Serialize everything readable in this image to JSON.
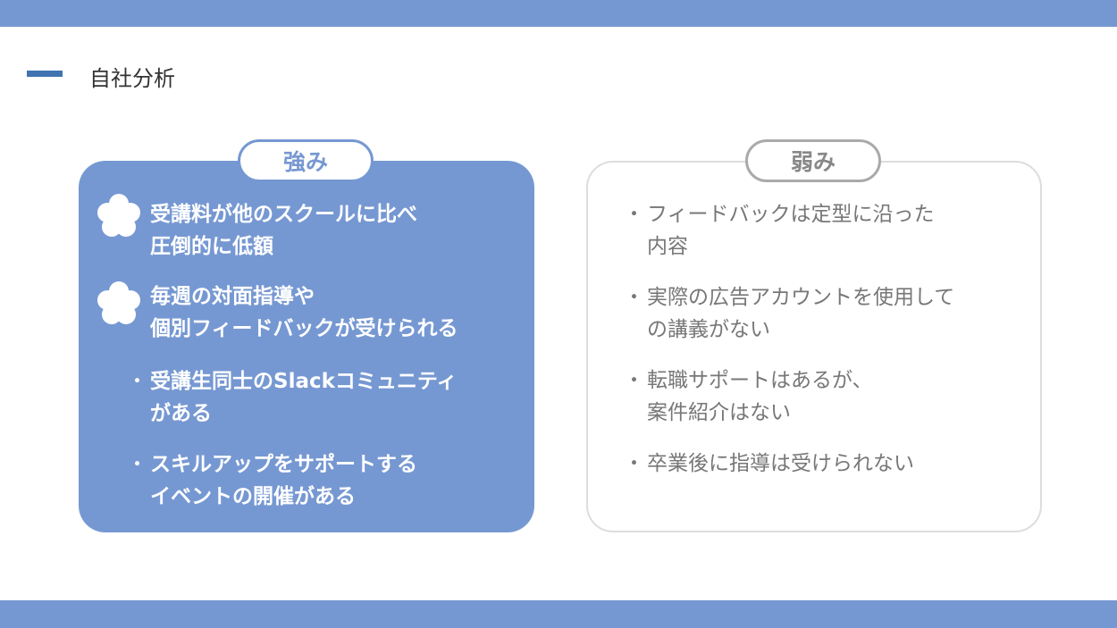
{
  "title": "自社分析",
  "strengths": {
    "label": "強み",
    "items": [
      {
        "text": "受講料が他のスクールに比べ\n圧倒的に低額",
        "marker": "flower-icon"
      },
      {
        "text": "毎週の対面指導や\n個別フィードバックが受けられる",
        "marker": "flower-icon"
      },
      {
        "text": "受講生同士のSlackコミュニティ\nがある",
        "marker": "bullet"
      },
      {
        "text": "スキルアップをサポートする\nイベントの開催がある",
        "marker": "bullet"
      }
    ]
  },
  "weaknesses": {
    "label": "弱み",
    "items": [
      {
        "text": "フィードバックは定型に沿った\n内容"
      },
      {
        "text": "実際の広告アカウントを使用して\nの講義がない"
      },
      {
        "text": "転職サポートはあるが、\n案件紹介はない"
      },
      {
        "text": "卒業後に指導は受けられない"
      }
    ]
  },
  "bullet": "・",
  "colors": {
    "accent": "#7698d2",
    "dash": "#3f74b0"
  }
}
